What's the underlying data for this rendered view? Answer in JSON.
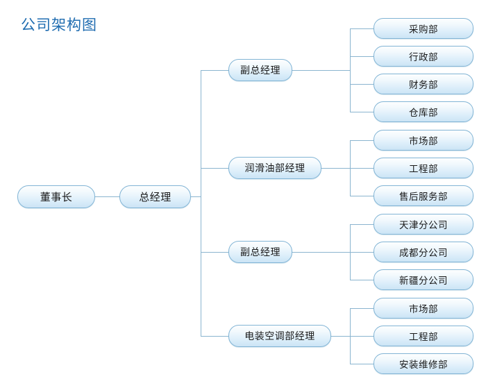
{
  "title": "公司架构图",
  "colors": {
    "title": "#1f6cb0",
    "node_border": "#81b4d5",
    "node_fill_top": "#fdfefe",
    "node_fill_bottom": "#cbe4f5",
    "connector": "#8ab4cf",
    "background": "#ffffff"
  },
  "chart_data": {
    "type": "diagram",
    "title": "公司架构图",
    "orientation": "left-to-right",
    "root": {
      "label": "董事长",
      "children": [
        {
          "label": "总经理",
          "children": [
            {
              "label": "副总经理",
              "children": [
                {
                  "label": "采购部"
                },
                {
                  "label": "行政部"
                },
                {
                  "label": "财务部"
                },
                {
                  "label": "仓库部"
                }
              ]
            },
            {
              "label": "润滑油部经理",
              "children": [
                {
                  "label": "市场部"
                },
                {
                  "label": "工程部"
                },
                {
                  "label": "售后服务部"
                }
              ]
            },
            {
              "label": "副总经理",
              "children": [
                {
                  "label": "天津分公司"
                },
                {
                  "label": "成都分公司"
                },
                {
                  "label": "新疆分公司"
                }
              ]
            },
            {
              "label": "电装空调部经理",
              "children": [
                {
                  "label": "市场部"
                },
                {
                  "label": "工程部"
                },
                {
                  "label": "安装维修部"
                }
              ]
            }
          ]
        }
      ]
    }
  },
  "nodes": {
    "chairman": "董事长",
    "general_manager": "总经理",
    "branch1_head": "副总经理",
    "branch2_head": "润滑油部经理",
    "branch3_head": "副总经理",
    "branch4_head": "电装空调部经理",
    "b1_leaf1": "采购部",
    "b1_leaf2": "行政部",
    "b1_leaf3": "财务部",
    "b1_leaf4": "仓库部",
    "b2_leaf1": "市场部",
    "b2_leaf2": "工程部",
    "b2_leaf3": "售后服务部",
    "b3_leaf1": "天津分公司",
    "b3_leaf2": "成都分公司",
    "b3_leaf3": "新疆分公司",
    "b4_leaf1": "市场部",
    "b4_leaf2": "工程部",
    "b4_leaf3": "安装维修部"
  }
}
